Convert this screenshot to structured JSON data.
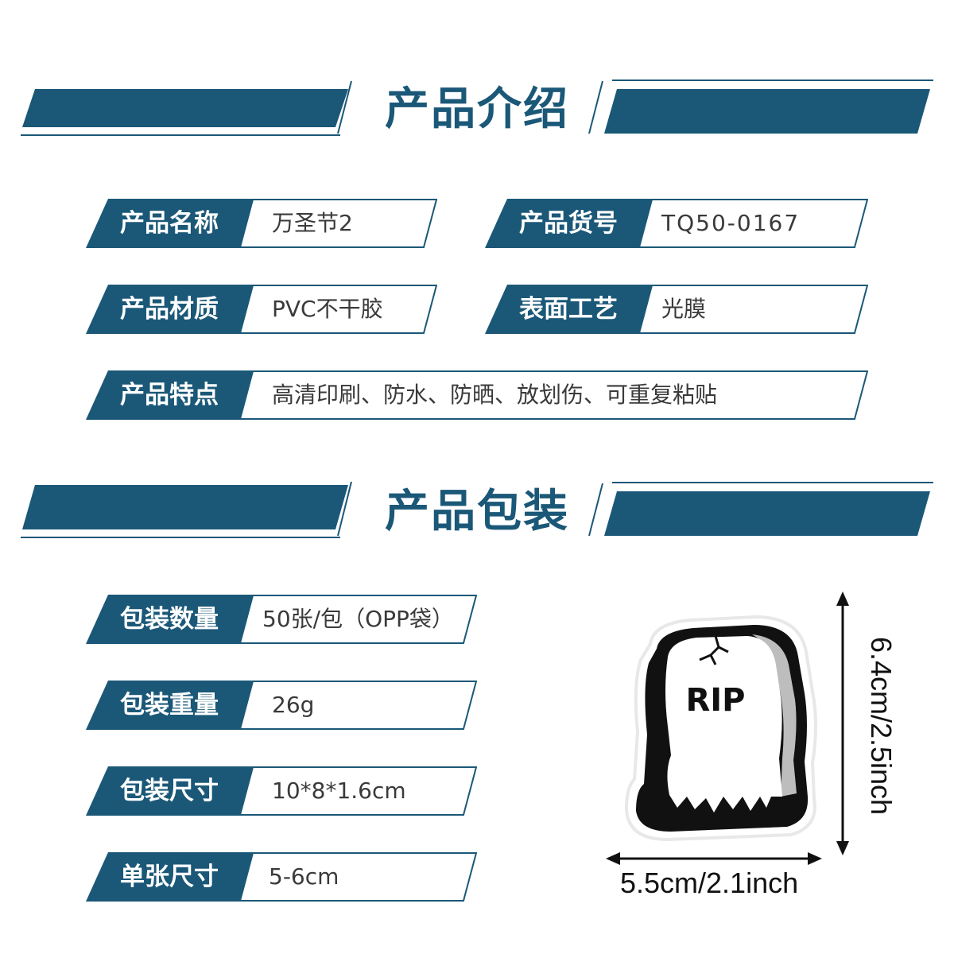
{
  "colors": {
    "accent": "#1b5878",
    "text": "#3a3a3a",
    "white": "#ffffff"
  },
  "sections": {
    "intro_title": "产品介绍",
    "packaging_title": "产品包装"
  },
  "intro": {
    "name": {
      "label": "产品名称",
      "value": "万圣节2"
    },
    "code": {
      "label": "产品货号",
      "value": "TQ50-0167"
    },
    "material": {
      "label": "产品材质",
      "value": "PVC不干胶"
    },
    "surface": {
      "label": "表面工艺",
      "value": "光膜"
    },
    "features": {
      "label": "产品特点",
      "value": "高清印刷、防水、防晒、放划伤、可重复粘贴"
    }
  },
  "packaging": {
    "quantity": {
      "label": "包装数量",
      "value": "50张/包（OPP袋）"
    },
    "weight": {
      "label": "包装重量",
      "value": "26g"
    },
    "size": {
      "label": "包装尺寸",
      "value": "10*8*1.6cm"
    },
    "single": {
      "label": "单张尺寸",
      "value": "5-6cm"
    }
  },
  "sticker": {
    "text": "RIP",
    "width_label": "5.5cm/2.1inch",
    "height_label": "6.4cm/2.5inch",
    "icon": "tombstone-icon"
  }
}
